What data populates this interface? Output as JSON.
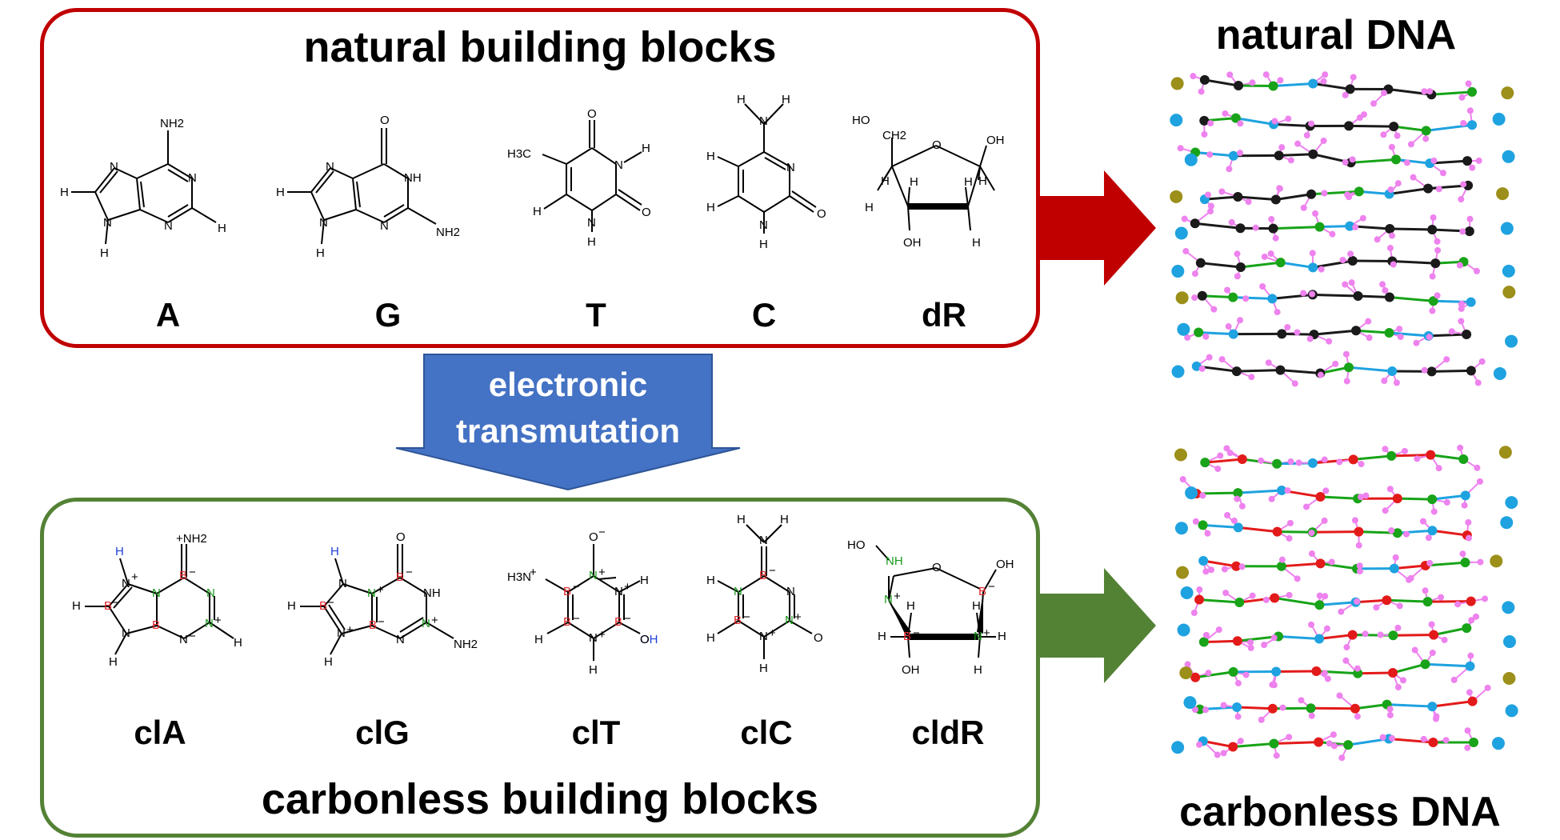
{
  "natural_panel": {
    "title": "natural building blocks",
    "molecules": [
      "A",
      "G",
      "T",
      "C",
      "dR"
    ]
  },
  "carbonless_panel": {
    "title": "carbonless building blocks",
    "molecules": [
      "clA",
      "clG",
      "clT",
      "clC",
      "cldR"
    ]
  },
  "transmutation": {
    "line1": "electronic",
    "line2": "transmutation"
  },
  "structures": {
    "natural_dna": "natural DNA",
    "carbonless_dna": "carbonless DNA"
  },
  "atom_labels": {
    "NH2": "NH2",
    "N": "N",
    "H": "H",
    "O": "O",
    "HO": "HO",
    "OH": "OH",
    "H3C": "H3C",
    "B": "B",
    "N_plus": "N+",
    "B_minus": "B−",
    "plus_NH2": "+NH2",
    "O_minus": "O−",
    "H3N_plus": "H3N+",
    "NH": "NH"
  },
  "colors": {
    "natural_border": "#c00000",
    "carbonless_border": "#548235",
    "transmutation_arrow": "#4472c4",
    "boron": "#e3262b",
    "nitrogen": "#1a9a1a",
    "hydrogen_highlight": "#1f3fd6",
    "dna_carbon": "#1a1a1a",
    "dna_nitrogen": "#1fa2e0",
    "dna_hydrogen": "#ee82ee",
    "dna_phosphorus": "#9c8f1a",
    "dna_boron": "#e31a1a",
    "dna_green_n": "#18a318"
  }
}
